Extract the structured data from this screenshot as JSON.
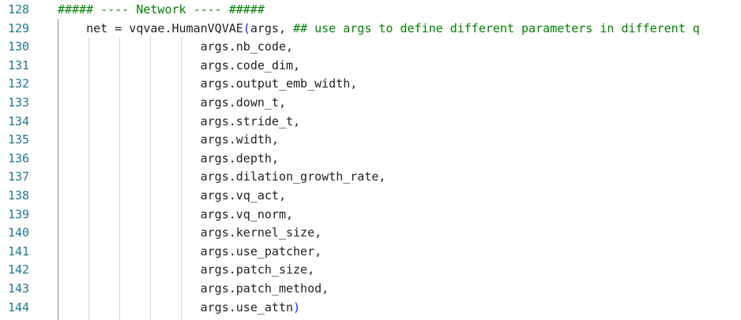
{
  "editor": {
    "lines": [
      {
        "number": "128",
        "indent": "",
        "parts": [
          {
            "text": "##### ---- Network ---- #####",
            "kind": "comment"
          }
        ]
      },
      {
        "number": "129",
        "indent": "    ",
        "parts": [
          {
            "text": "net = vqvae.HumanVQVAE",
            "kind": "plain"
          },
          {
            "text": "(",
            "kind": "paren"
          },
          {
            "text": "args, ",
            "kind": "plain"
          },
          {
            "text": "## use args to define different parameters in different q",
            "kind": "comment"
          }
        ]
      },
      {
        "number": "130",
        "indent": "                    ",
        "parts": [
          {
            "text": "args.nb_code,",
            "kind": "plain"
          }
        ]
      },
      {
        "number": "131",
        "indent": "                    ",
        "parts": [
          {
            "text": "args.code_dim,",
            "kind": "plain"
          }
        ]
      },
      {
        "number": "132",
        "indent": "                    ",
        "parts": [
          {
            "text": "args.output_emb_width,",
            "kind": "plain"
          }
        ]
      },
      {
        "number": "133",
        "indent": "                    ",
        "parts": [
          {
            "text": "args.down_t,",
            "kind": "plain"
          }
        ]
      },
      {
        "number": "134",
        "indent": "                    ",
        "parts": [
          {
            "text": "args.stride_t,",
            "kind": "plain"
          }
        ]
      },
      {
        "number": "135",
        "indent": "                    ",
        "parts": [
          {
            "text": "args.width,",
            "kind": "plain"
          }
        ]
      },
      {
        "number": "136",
        "indent": "                    ",
        "parts": [
          {
            "text": "args.depth,",
            "kind": "plain"
          }
        ]
      },
      {
        "number": "137",
        "indent": "                    ",
        "parts": [
          {
            "text": "args.dilation_growth_rate,",
            "kind": "plain"
          }
        ]
      },
      {
        "number": "138",
        "indent": "                    ",
        "parts": [
          {
            "text": "args.vq_act,",
            "kind": "plain"
          }
        ]
      },
      {
        "number": "139",
        "indent": "                    ",
        "parts": [
          {
            "text": "args.vq_norm,",
            "kind": "plain"
          }
        ]
      },
      {
        "number": "140",
        "indent": "                    ",
        "parts": [
          {
            "text": "args.kernel_size,",
            "kind": "plain"
          }
        ]
      },
      {
        "number": "141",
        "indent": "                    ",
        "parts": [
          {
            "text": "args.use_patcher,",
            "kind": "plain"
          }
        ]
      },
      {
        "number": "142",
        "indent": "                    ",
        "parts": [
          {
            "text": "args.patch_size,",
            "kind": "plain"
          }
        ]
      },
      {
        "number": "143",
        "indent": "                    ",
        "parts": [
          {
            "text": "args.patch_method,",
            "kind": "plain"
          }
        ]
      },
      {
        "number": "144",
        "indent": "                    ",
        "parts": [
          {
            "text": "args.use_attn",
            "kind": "plain"
          },
          {
            "text": ")",
            "kind": "paren"
          }
        ]
      }
    ]
  },
  "colors": {
    "line_number": "#237893",
    "comment": "#008000",
    "paren": "#0431fa",
    "text": "#1f1f1f",
    "indent_guide": "#d3d3d3",
    "active_indent_guide": "#939393"
  }
}
